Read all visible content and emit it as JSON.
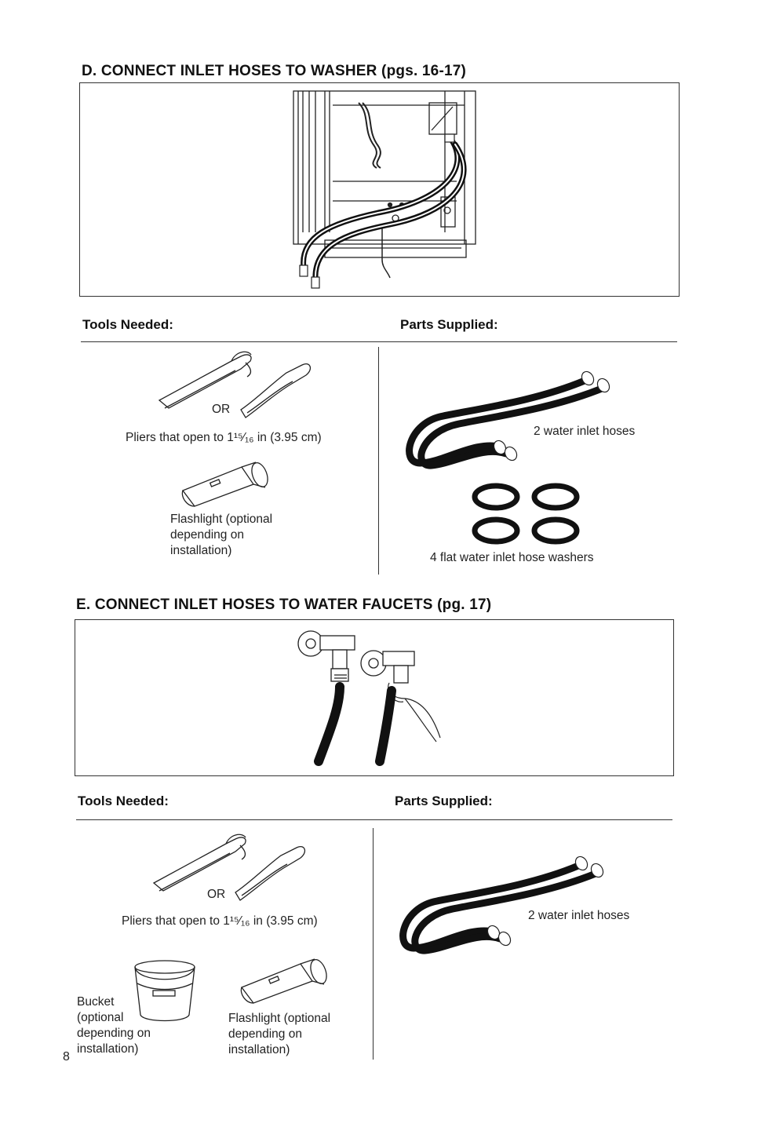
{
  "section_d": {
    "title": "D. CONNECT INLET HOSES TO WASHER  (pgs. 16-17)",
    "tools_heading": "Tools Needed:",
    "parts_heading": "Parts Supplied:",
    "or_label": "OR",
    "pliers_caption": "Pliers that open to 1¹⁵⁄₁₆ in (3.95 cm)",
    "flashlight_caption": [
      "Flashlight (optional",
      "depending on",
      "installation)"
    ],
    "hoses_caption": "2 water inlet hoses",
    "washers_caption": "4 flat water inlet hose washers"
  },
  "section_e": {
    "title": "E. CONNECT INLET HOSES TO WATER FAUCETS (pg. 17)",
    "tools_heading": "Tools Needed:",
    "parts_heading": "Parts Supplied:",
    "or_label": "OR",
    "pliers_caption": "Pliers that open to 1¹⁵⁄₁₆ in (3.95 cm)",
    "bucket_caption": [
      "Bucket",
      "(optional",
      "depending on",
      "installation)"
    ],
    "flashlight_caption": [
      "Flashlight (optional",
      "depending on",
      "installation)"
    ],
    "hoses_caption": "2 water inlet hoses"
  },
  "page_number": "8"
}
